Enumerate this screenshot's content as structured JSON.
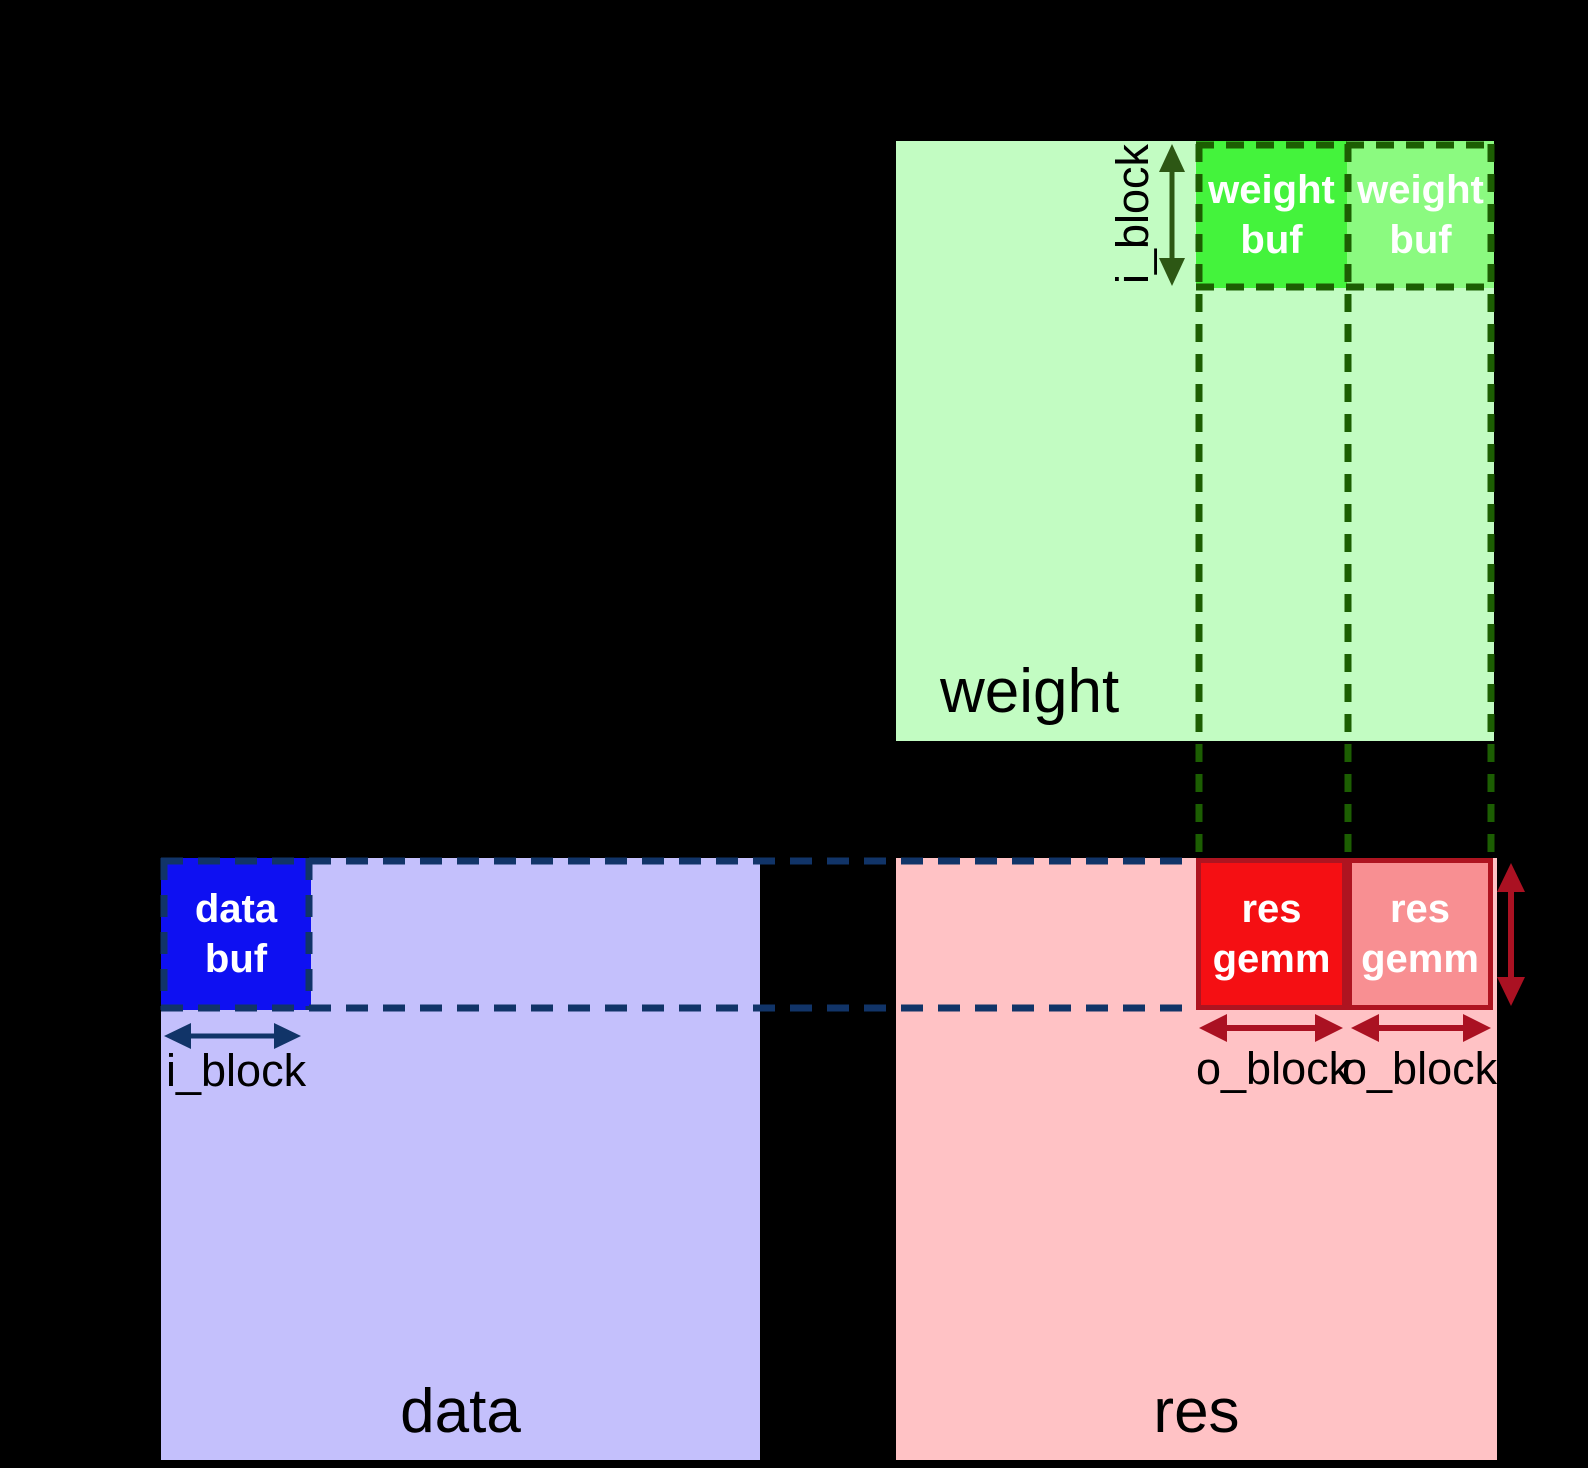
{
  "colors": {
    "background": "#000000",
    "weight_fill": "#c2fcc2",
    "weight_buf1_fill": "#44f33c",
    "weight_buf2_fill": "#8bfa80",
    "green_dash": "#1c5e02",
    "green_arrow": "#2d5714",
    "data_fill": "#c4c0fc",
    "data_buf_fill": "#0e10f2",
    "blue_dash": "#113468",
    "res_fill": "#ffc2c5",
    "res_gemm1_fill": "#f50f13",
    "res_gemm2_fill": "#f88f92",
    "gemm_border": "#ae1420",
    "red_arrow": "#aa1122",
    "label_text": "#000000",
    "buf_text": "#ffffff"
  },
  "matrices": {
    "weight": {
      "label": "weight"
    },
    "data": {
      "label": "data"
    },
    "res": {
      "label": "res"
    }
  },
  "blocks": {
    "weight_buf_1": {
      "line1": "weight",
      "line2": "buf"
    },
    "weight_buf_2": {
      "line1": "weight",
      "line2": "buf"
    },
    "data_buf": {
      "line1": "data",
      "line2": "buf"
    },
    "res_gemm_1": {
      "line1": "res",
      "line2": "gemm"
    },
    "res_gemm_2": {
      "line1": "res",
      "line2": "gemm"
    }
  },
  "annotations": {
    "i_block_weight": "i_block",
    "i_block_data": "i_block",
    "o_block_1": "o_block",
    "o_block_2": "o_block"
  }
}
